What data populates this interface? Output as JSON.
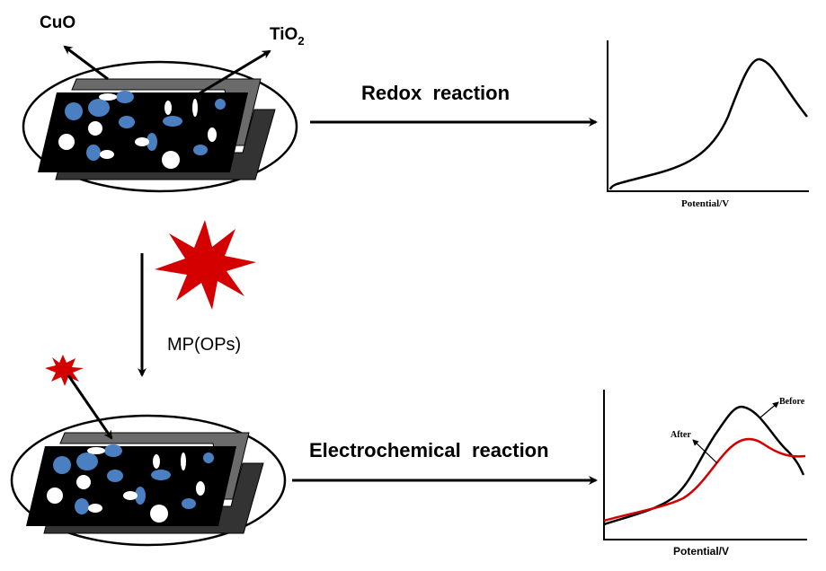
{
  "labels": {
    "cuo": "CuO",
    "tio2_main": "TiO",
    "tio2_sub": "2",
    "redox": "Redox  reaction",
    "mp_ops": "MP(OPs)",
    "electrochemical": "Electrochemical  reaction"
  },
  "top_graph": {
    "xlabel": "Potential/V"
  },
  "bottom_graph": {
    "xlabel": "Potential/V",
    "before_label": "Before",
    "after_label": "After"
  },
  "colors": {
    "particle_blue": "#4a7fc1",
    "red": "#d40000",
    "plate_black": "#000000",
    "plate_gray": "#6b6b6b"
  }
}
